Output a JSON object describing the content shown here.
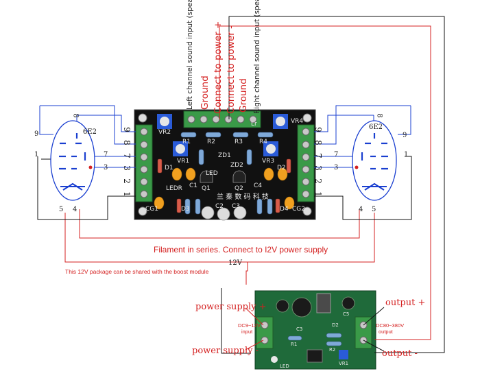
{
  "tube_left": {
    "name": "6E2",
    "pins": [
      "9",
      "8",
      "1",
      "7",
      "3",
      "5",
      "4"
    ]
  },
  "tube_right": {
    "name": "6E2",
    "pins": [
      "8",
      "9",
      "7",
      "1",
      "3",
      "4",
      "5"
    ]
  },
  "header_labels": [
    "Left channel sound input (speaker)",
    "Ground",
    "Connect to power +",
    "Connect to power -",
    "Ground",
    "Right channel sound input (speaker)"
  ],
  "board_pins_left": [
    "9",
    "8",
    "7",
    "3",
    "2",
    "1"
  ],
  "board_pins_right": [
    "9",
    "8",
    "7",
    "3",
    "2",
    "1"
  ],
  "board_silk": {
    "vr2": "VR2",
    "vr1": "VR1",
    "vr3": "VR3",
    "vr4": "VR4",
    "r1": "R1",
    "r2": "R2",
    "r3": "R3",
    "r4": "R4",
    "q1": "Q1",
    "q2": "Q2",
    "d1": "D1",
    "d2": "D2",
    "d3": "D3",
    "d4": "D4",
    "c1": "C1",
    "c2": "C2",
    "c3": "C3",
    "c4": "C4",
    "zd1": "ZD1",
    "zd2": "ZD2",
    "led": "LED",
    "cg1": "CG1",
    "cg2": "CG2",
    "ledr": "LEDR",
    "lr": "Lr",
    "chinese": "兰 秦 数 码 科 技"
  },
  "notes": {
    "filament": "Filament in series. Connect to I2V power supply",
    "voltage": "12V",
    "shared": "This 12V package can be shared with the boost module"
  },
  "boost_module": {
    "power_plus": "power supply +",
    "power_minus": "power supply -",
    "input_spec": "DC9~12V",
    "input_word": "input",
    "output_plus": "output +",
    "output_minus": "output -",
    "output_spec": "DC80~380V",
    "output_word": "output",
    "led_silk": "LED",
    "silk_d2": "D2",
    "silk_c5": "C5",
    "silk_r1": "R1",
    "silk_r2": "R2",
    "silk_vr1": "VR1",
    "silk_c3": "C3"
  },
  "colors": {
    "red_wire": "#d42020",
    "blue_wire": "#1a3fd0",
    "black_wire": "#111111",
    "pcb": "#111111",
    "terminal": "#3a9a48"
  }
}
